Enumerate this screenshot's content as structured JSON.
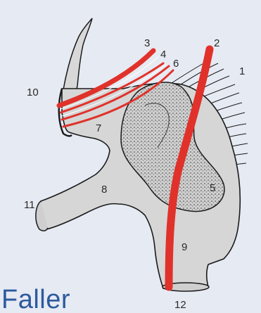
{
  "diagram": {
    "labels": {
      "n1": "1",
      "n2": "2",
      "n3": "3",
      "n4": "4",
      "n5": "5",
      "n6": "6",
      "n7": "7",
      "n8": "8",
      "n9": "9",
      "n10": "10",
      "n11": "11",
      "n12": "12"
    }
  },
  "credit": "Faller",
  "colors": {
    "background": "#e6eaf3",
    "structure_fill": "#d6d6d6",
    "stroke": "#1a1a1a",
    "red_band": "#e0322b",
    "credit_text": "#2d5a9e"
  }
}
